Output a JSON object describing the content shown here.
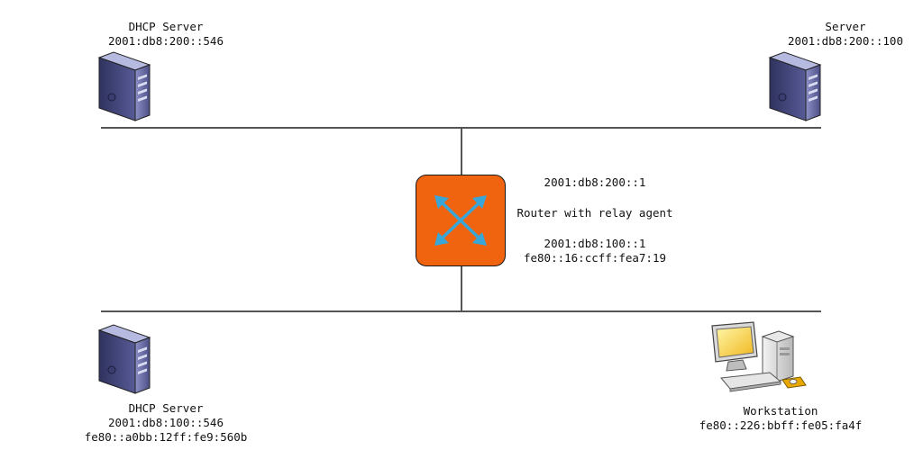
{
  "nodes": {
    "dhcp_server_top": {
      "name": "DHCP Server",
      "address": "2001:db8:200::546",
      "icon": "server-tower-icon"
    },
    "server_top": {
      "name": "Server",
      "address": "2001:db8:200::100",
      "icon": "server-tower-icon"
    },
    "router": {
      "upper_address": "2001:db8:200::1",
      "name": "Router with relay agent",
      "lower_address": "2001:db8:100::1",
      "link_local": "fe80::16:ccff:fea7:19",
      "icon": "router-arrows-icon",
      "color": "#f0640f"
    },
    "dhcp_server_bottom": {
      "name": "DHCP Server",
      "address": "2001:db8:100::546",
      "link_local": "fe80::a0bb:12ff:fe9:560b",
      "icon": "server-tower-icon"
    },
    "workstation": {
      "name": "Workstation",
      "link_local": "fe80::226:bbff:fe05:fa4f",
      "icon": "workstation-computer-icon"
    }
  },
  "colors": {
    "wire": "#555555",
    "router_arrows": "#3aa6d8",
    "server_body": "#6b6fa8"
  }
}
